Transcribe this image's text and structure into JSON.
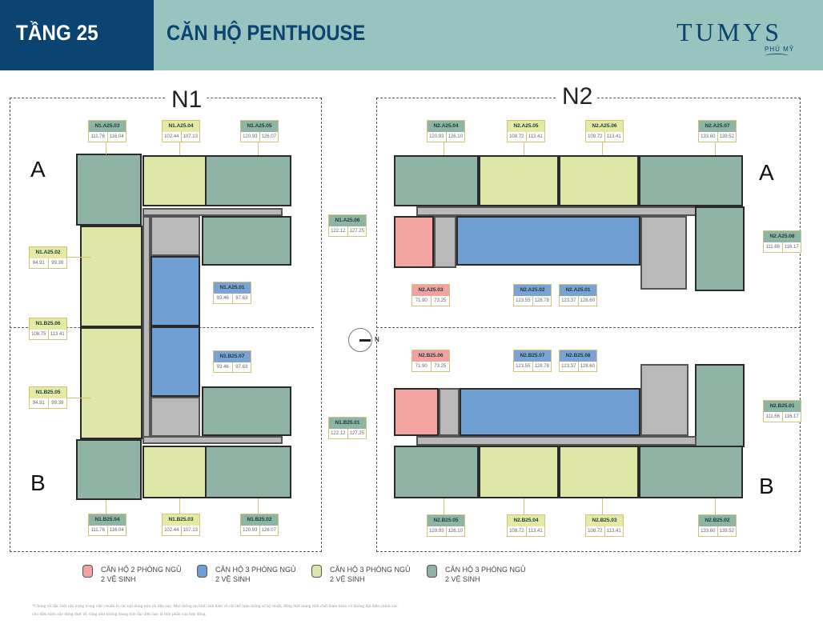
{
  "header": {
    "floor": "TẦNG 25",
    "title": "CĂN HỘ PENTHOUSE",
    "logo": "TUMYS",
    "logo_sub": "PHÚ MỸ"
  },
  "buildings": {
    "n1": "N1",
    "n2": "N2",
    "wing_a": "A",
    "wing_b": "B",
    "north": "N"
  },
  "n1": [
    {
      "code": "N1.A25.03",
      "a": "111.76",
      "b": "116.04",
      "type": "green"
    },
    {
      "code": "N1.A25.04",
      "a": "102.44",
      "b": "107.13",
      "type": "yellow"
    },
    {
      "code": "N1.A25.05",
      "a": "120.93",
      "b": "126.07",
      "type": "green"
    },
    {
      "code": "N1.A25.06",
      "a": "122.12",
      "b": "127.25",
      "type": "green"
    },
    {
      "code": "N1.A25.02",
      "a": "94.91",
      "b": "99.39",
      "type": "yellow"
    },
    {
      "code": "N1.A25.01",
      "a": "93.46",
      "b": "97.63",
      "type": "blue"
    },
    {
      "code": "N1.B25.06",
      "a": "108.75",
      "b": "113.41",
      "type": "yellow"
    },
    {
      "code": "N1.B25.07",
      "a": "93.46",
      "b": "97.63",
      "type": "blue"
    },
    {
      "code": "N1.B25.05",
      "a": "94.91",
      "b": "99.39",
      "type": "yellow"
    },
    {
      "code": "N1.B25.01",
      "a": "122.12",
      "b": "127.25",
      "type": "green"
    },
    {
      "code": "N1.B25.04",
      "a": "111.76",
      "b": "116.04",
      "type": "green"
    },
    {
      "code": "N1.B25.03",
      "a": "102.44",
      "b": "107.13",
      "type": "yellow"
    },
    {
      "code": "N1.B25.02",
      "a": "120.93",
      "b": "126.07",
      "type": "green"
    }
  ],
  "n2": [
    {
      "code": "N2.A25.04",
      "a": "120.93",
      "b": "126.10",
      "type": "green"
    },
    {
      "code": "N2.A25.05",
      "a": "108.72",
      "b": "113.41",
      "type": "yellow"
    },
    {
      "code": "N2.A25.06",
      "a": "108.72",
      "b": "113.41",
      "type": "yellow"
    },
    {
      "code": "N2.A25.07",
      "a": "133.60",
      "b": "139.52",
      "type": "green"
    },
    {
      "code": "N2.A25.08",
      "a": "111.66",
      "b": "116.17",
      "type": "green"
    },
    {
      "code": "N2.A25.03",
      "a": "71.90",
      "b": "73.25",
      "type": "pink"
    },
    {
      "code": "N2.A25.02",
      "a": "123.55",
      "b": "128.78",
      "type": "blue"
    },
    {
      "code": "N2.A25.01",
      "a": "123.37",
      "b": "128.60",
      "type": "blue"
    },
    {
      "code": "N2.B25.06",
      "a": "71.90",
      "b": "73.25",
      "type": "pink"
    },
    {
      "code": "N2.B25.07",
      "a": "123.55",
      "b": "128.78",
      "type": "blue"
    },
    {
      "code": "N2.B25.08",
      "a": "123.37",
      "b": "128.60",
      "type": "blue"
    },
    {
      "code": "N2.B25.01",
      "a": "111.66",
      "b": "116.17",
      "type": "green"
    },
    {
      "code": "N2.B25.05",
      "a": "120.93",
      "b": "126.10",
      "type": "green"
    },
    {
      "code": "N2.B25.04",
      "a": "108.72",
      "b": "113.41",
      "type": "yellow"
    },
    {
      "code": "N2.B25.03",
      "a": "108.72",
      "b": "113.41",
      "type": "yellow"
    },
    {
      "code": "N2.B25.02",
      "a": "133.60",
      "b": "139.52",
      "type": "green"
    }
  ],
  "legend": [
    {
      "l1": "CĂN HỘ 2 PHÒNG NGỦ",
      "l2": "2 VỆ SINH",
      "color": "#f3a3a0"
    },
    {
      "l1": "CĂN HỘ 3 PHÒNG NGỦ",
      "l2": "2 VỆ SINH",
      "color": "#6f9fd2"
    },
    {
      "l1": "CĂN HỘ 3 PHÒNG NGỦ",
      "l2": "2 VỆ SINH",
      "color": "#dfe7a8"
    },
    {
      "l1": "CĂN HỘ 3 PHÒNG NGỦ",
      "l2": "2 VỆ SINH",
      "color": "#8fb3a5"
    }
  ],
  "footnote": "*Chúng tôi đặc biệt cẩn trọng trong việc chuẩn bị các nội dung trên tài liệu này. Mọi thông tin hình ảnh hàm về chỉ thể hiện thông số kỹ thuật, đồng thời mang tính chất tham khảo và không đại diện chính xác cho điều kiện xây dựng thực tế, cũng như không mang tính đại diện hay là một phần của hợp đồng."
}
